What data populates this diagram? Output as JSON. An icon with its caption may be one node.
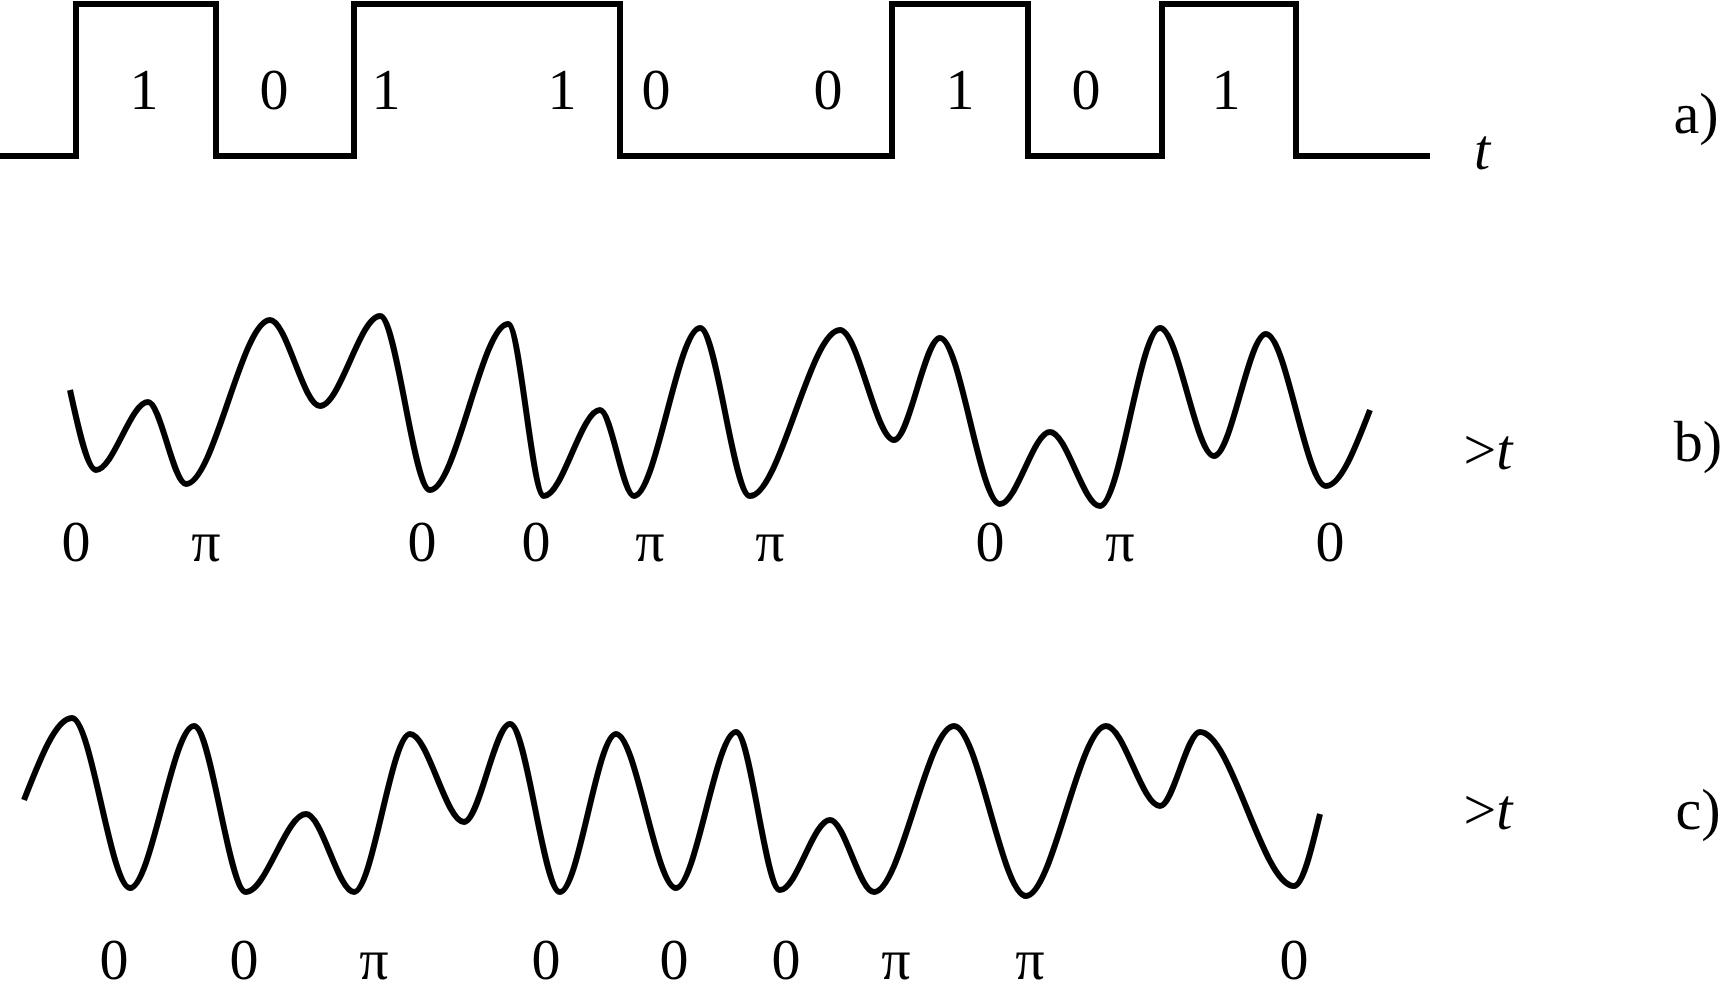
{
  "diagram": {
    "labels": [
      "1",
      "0",
      "1",
      "1",
      "0",
      "0",
      "1",
      "0",
      "1",
      "t",
      "a)",
      "0",
      "π",
      "0",
      "0",
      "π",
      "π",
      "0",
      "π",
      "0",
      ">*t*",
      "b)",
      "0",
      "0",
      "π",
      "0",
      "0",
      "0",
      "π",
      "π",
      "0",
      ">*t*",
      "c)"
    ]
  }
}
